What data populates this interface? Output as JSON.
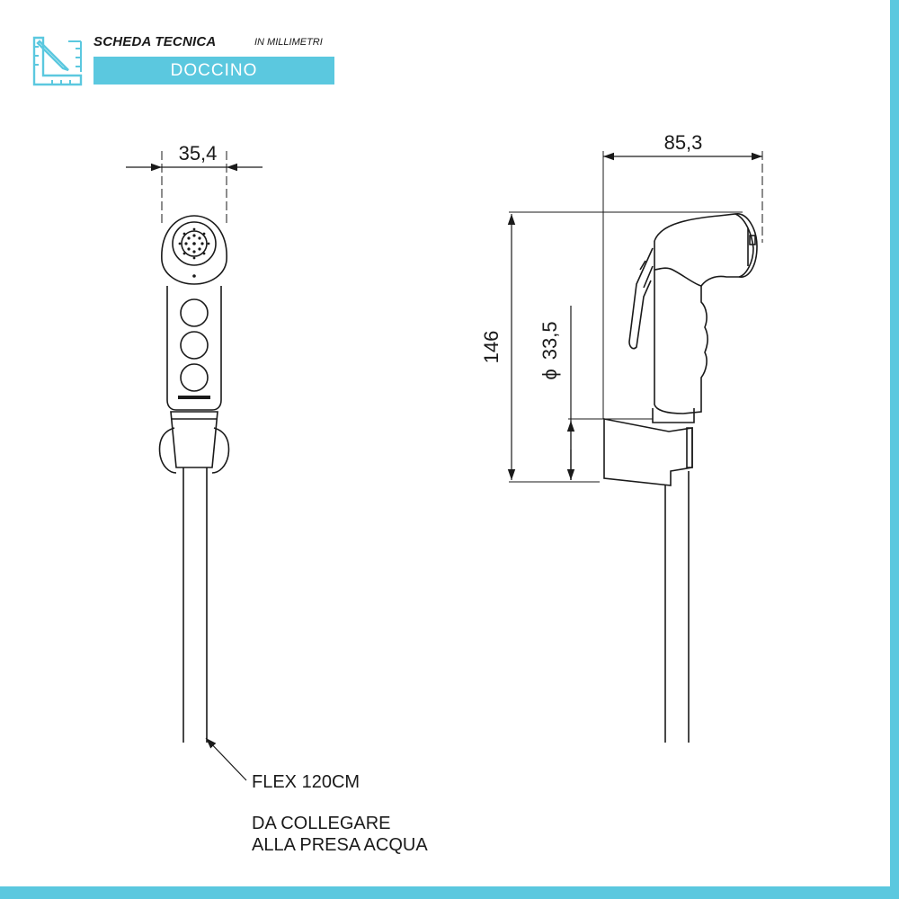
{
  "header": {
    "title": "SCHEDA TECNICA",
    "units": "IN MILLIMETRI",
    "product": "DOCCINO",
    "icon": "ruler-pencil-icon",
    "accent_color": "#5bc8df"
  },
  "dimensions": {
    "front_width": "35,4",
    "side_depth": "85,3",
    "height": "146",
    "diameter": "33,5",
    "diameter_symbol": "ϕ"
  },
  "notes": {
    "hose": "FLEX 120CM",
    "connect_line1": "DA COLLEGARE",
    "connect_line2": "ALLA PRESA ACQUA"
  }
}
